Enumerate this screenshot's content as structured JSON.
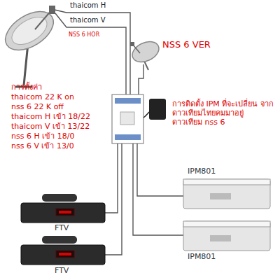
{
  "diagram": {
    "nodes": [
      {
        "text": [
          "NSS 6 VER"
        ]
      },
      {
        "text": [
          "FTV"
        ]
      },
      {
        "text": [
          "FTV"
        ]
      },
      {
        "text": [
          "IPM801"
        ]
      },
      {
        "text": [
          "IPM801"
        ]
      }
    ],
    "labels": [
      "thaicom H",
      "thaicom V",
      "NSS 6 HOR",
      "การตั้งค่า",
      "thaicom 22 K on",
      "nss 6 22 K off",
      "thaicom H เข้า 18/22",
      "thaicom V เข้า 13/22",
      "nss 6 H เข้า 18/0",
      "nss 6 V เข้า 13/0",
      "การติดตั้ง IPM ที่จะเปลี่ยน จากดาวเทียมไทยคมมาอยู่ ดาวเทียม nss 6"
    ]
  }
}
